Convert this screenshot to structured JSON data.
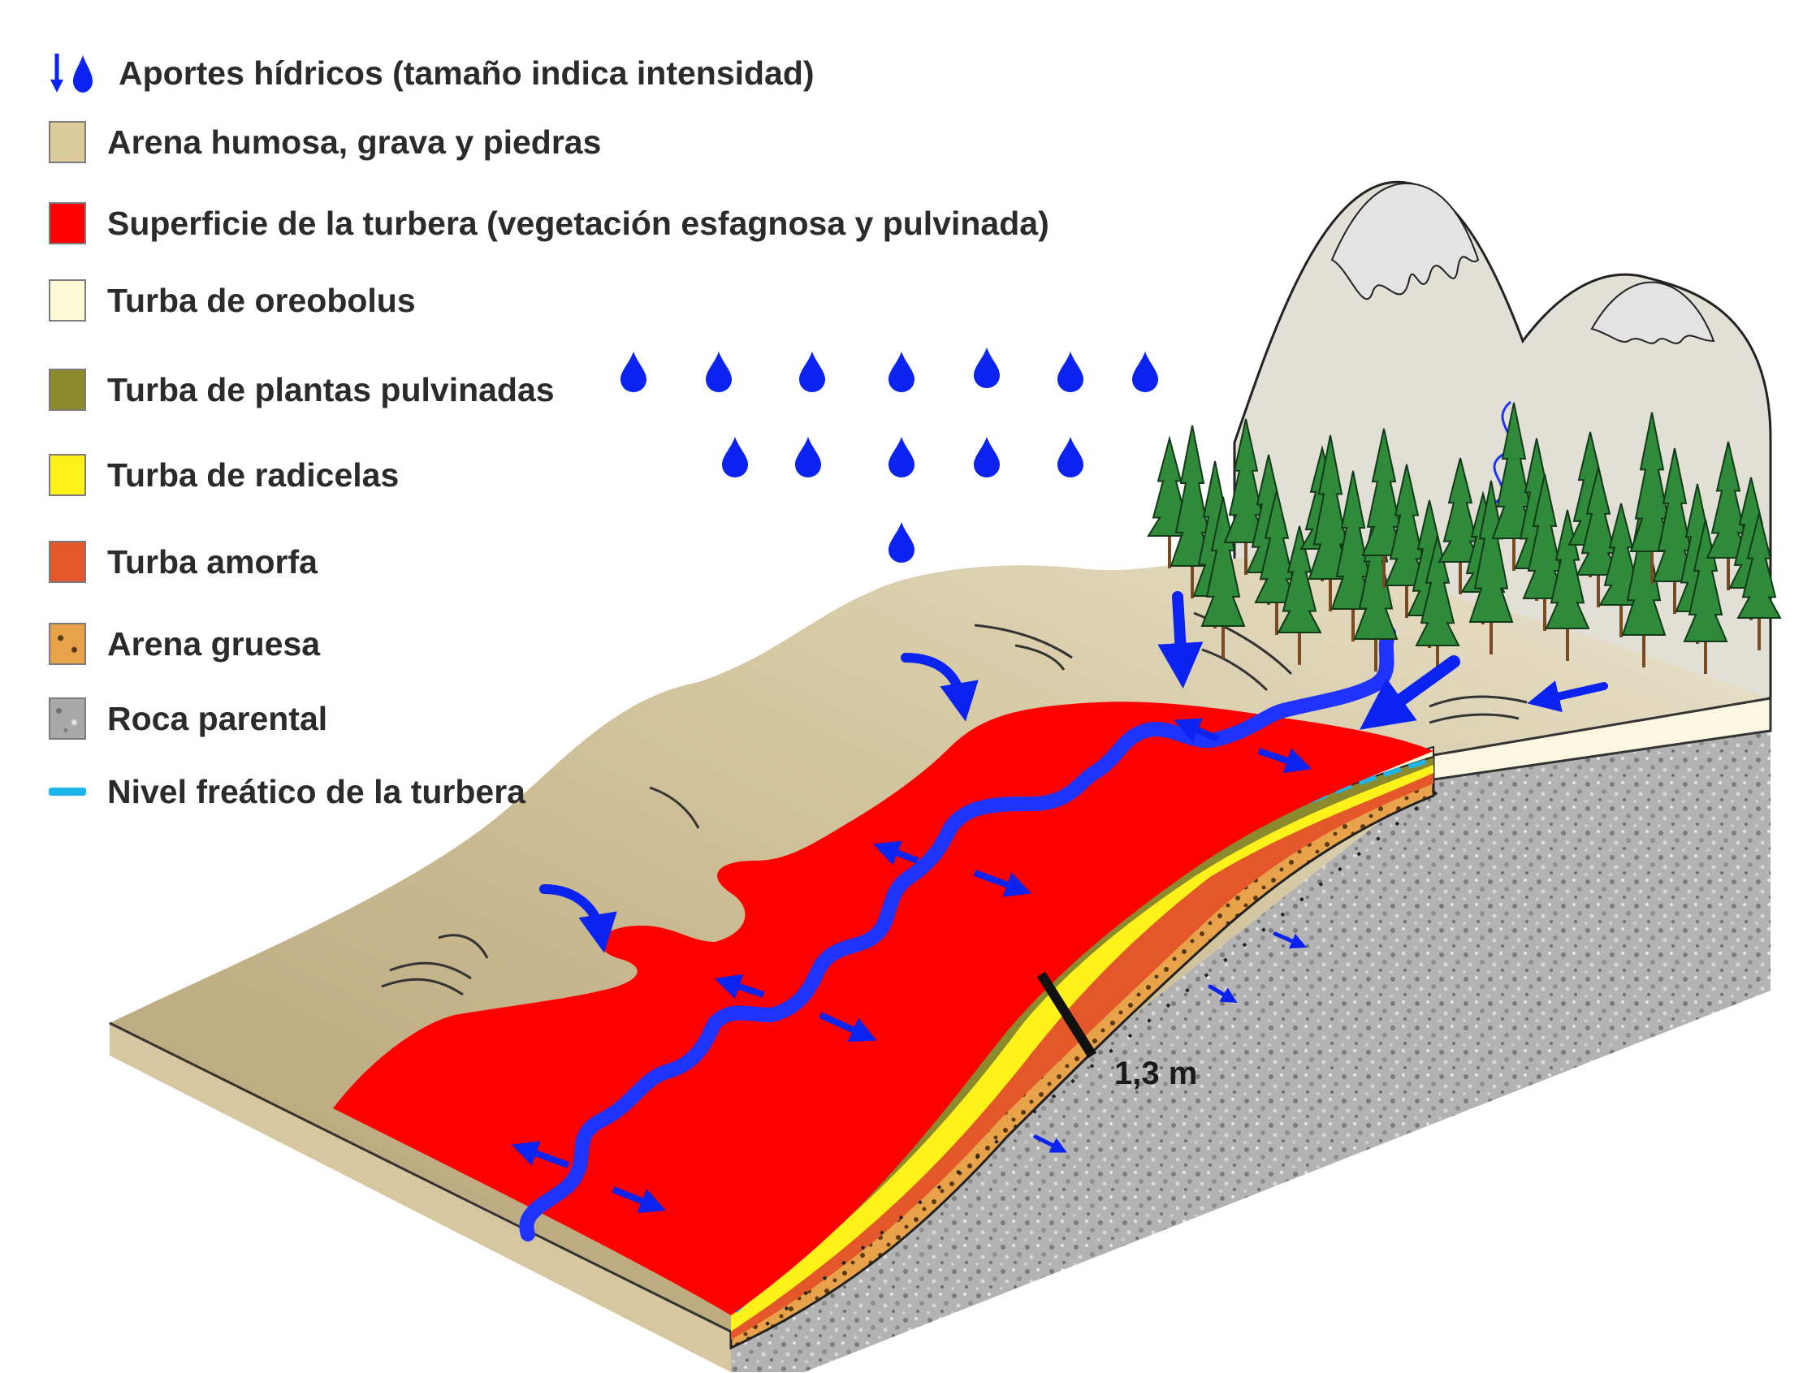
{
  "legend": [
    {
      "id": "water",
      "label": "Aportes hídricos (tamaño indica intensidad)",
      "color": "#0a23f0",
      "icon": "water-drop-arrow-icon"
    },
    {
      "id": "humic-sand",
      "label": "Arena humosa, grava y piedras",
      "color": "#dccb9c"
    },
    {
      "id": "peat-surface",
      "label": "Superficie de la turbera (vegetación esfagnosa y pulvinada)",
      "color": "#ff0000"
    },
    {
      "id": "oreobolus",
      "label": "Turba de oreobolus",
      "color": "#fdfbd6"
    },
    {
      "id": "cushion",
      "label": "Turba de plantas pulvinadas",
      "color": "#8b8a2c"
    },
    {
      "id": "radicel",
      "label": "Turba de radicelas",
      "color": "#fff21a"
    },
    {
      "id": "amorphous",
      "label": "Turba amorfa",
      "color": "#e4572a"
    },
    {
      "id": "coarse-sand",
      "label": "Arena gruesa",
      "color": "#e8a24a"
    },
    {
      "id": "bedrock",
      "label": "Roca parental",
      "color": "#a9a9a9"
    },
    {
      "id": "water-table",
      "label": "Nivel freático de la turbera",
      "color": "#1fb4ea"
    }
  ],
  "measure": {
    "label": "1,3 m"
  },
  "colors": {
    "slope": "#cfc19b",
    "slope_dark": "#b39f73",
    "mountain": "#e2e0d6",
    "snow": "#e3e3e3",
    "tree": "#2f8a3a",
    "trunk": "#7a4a24",
    "stream": "#1f33ff"
  }
}
